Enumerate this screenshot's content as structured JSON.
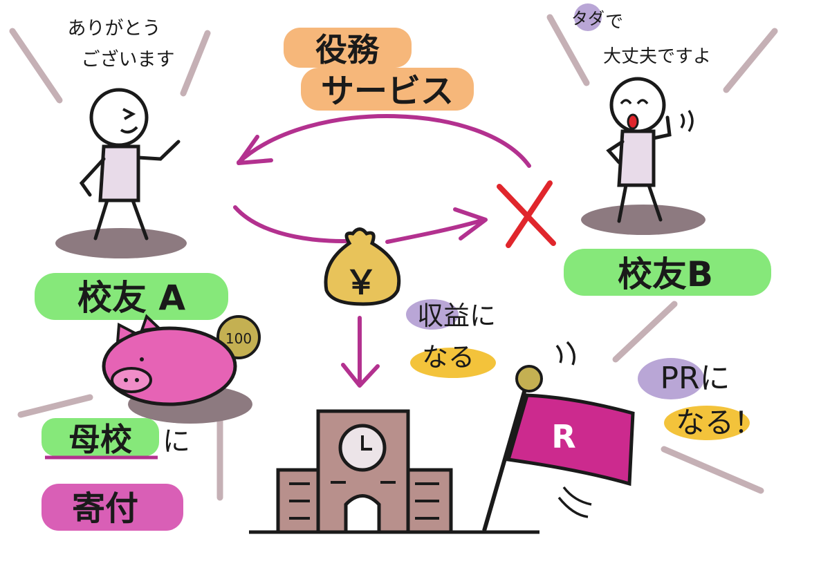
{
  "service_label": {
    "line1": "役務",
    "line2": "サービス"
  },
  "alumni_a": {
    "speech_line1": "ありがとう",
    "speech_line2": "ございます",
    "label": "校友 A"
  },
  "alumni_b": {
    "speech_free": "タダ",
    "speech_free_suffix": "で",
    "speech_line2": "大丈夫ですよ",
    "label": "校友B"
  },
  "money": {
    "yen_symbol": "￥"
  },
  "revenue": {
    "line1": "収益に",
    "line2": "なる"
  },
  "donation": {
    "word1": "母校",
    "suffix1": "に",
    "word2": "寄付"
  },
  "piggy": {
    "coin_value": "100"
  },
  "pr": {
    "line1": "PRに",
    "line2": "なる！"
  },
  "flag": {
    "letter": "R"
  },
  "colors": {
    "orange": "#f6b77a",
    "green": "#86e87a",
    "pink": "#d95fb6",
    "magenta": "#cc2a8e",
    "yellow": "#f3c33b",
    "lavender": "#b9a6d6",
    "shadow": "#8d7a80",
    "building": "#b8908c",
    "red_x": "#e0262c"
  }
}
